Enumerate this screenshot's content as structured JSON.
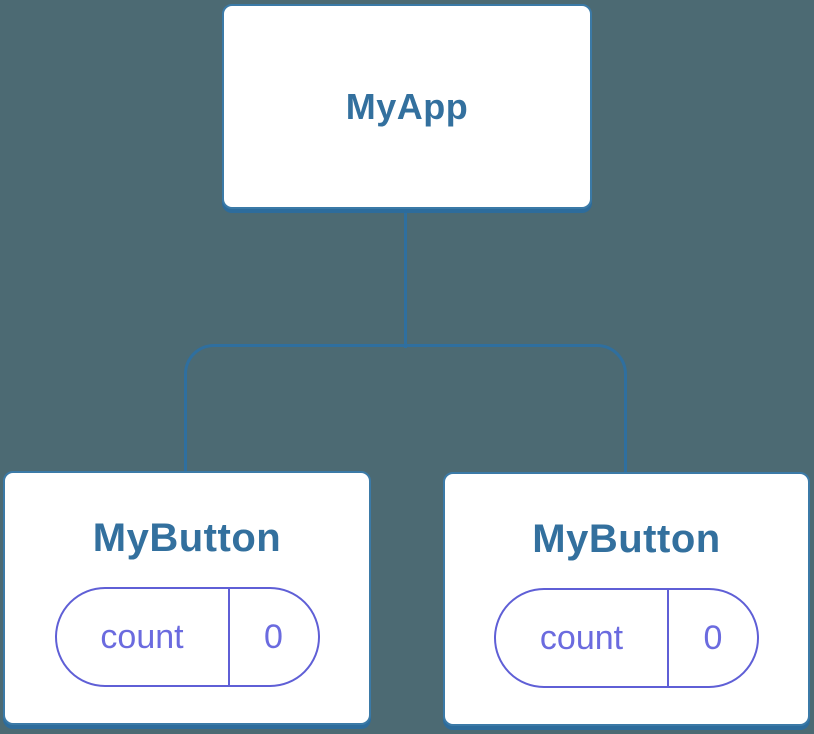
{
  "colors": {
    "background": "#4C6A73",
    "connector": "#2F6F9F",
    "node-border": "#3B7AA7",
    "node-shadow": "#2D6C9C",
    "node-text": "#33709E",
    "pill-border": "#5F5FD6",
    "pill-text": "#6B6BDF"
  },
  "diagram": {
    "type": "component-tree",
    "root": {
      "label": "MyApp"
    },
    "children": [
      {
        "label": "MyButton",
        "state": {
          "key": "count",
          "value": "0"
        }
      },
      {
        "label": "MyButton",
        "state": {
          "key": "count",
          "value": "0"
        }
      }
    ]
  }
}
